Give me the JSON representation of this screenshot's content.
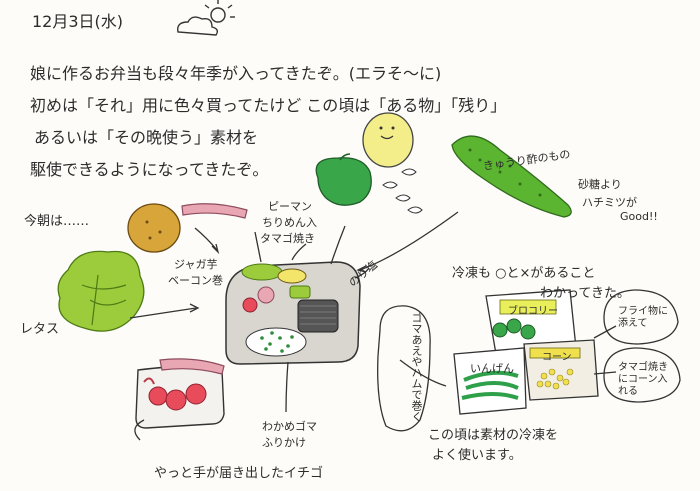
{
  "header": {
    "date": "12月3日(水)",
    "weather_icon": "cloud-sun-icon"
  },
  "intro": {
    "line1": "娘に作るお弁当も段々年季が入ってきたぞ。(エラそ〜に)",
    "line2": "初めは「それ」用に色々買ってたけど この頃は「ある物」「残り」",
    "line3": "あるいは「その晩使う」素材を",
    "line4": "駆使できるようになってきたぞ。"
  },
  "labels": {
    "kesa": "今朝は……",
    "piman": "ピーマン",
    "chirimen": "ちりめん入",
    "tamagoyaki": "タマゴ焼き",
    "nori": "のり塩",
    "jagaimo": "ジャガ芋",
    "bacon": "ベーコン巻",
    "lettuce": "レタス",
    "wakame": "わかめゴマ",
    "furikake": "ふりかけ",
    "goma_ham": "ゴマあえやハムで巻く",
    "ichigo": "やっと手が届き出したイチゴ",
    "kyuri": "きゅうり酢のもの",
    "sato": "砂糖より",
    "hachimitsu": "ハチミツが",
    "good": "Good!!",
    "reito1": "冷凍も ○と×があること",
    "reito2": "わかってきた。",
    "broccoli": "ブロコリー",
    "corn": "コーン",
    "ingen": "いんげん",
    "fry": "フライ物に添えて",
    "tamago_corn": "タマゴ焼きにコーン入れる",
    "footer1": "この頃は素材の冷凍を",
    "footer2": "よく使います。"
  },
  "colors": {
    "lettuce": "#9ccc3c",
    "piman": "#3aa64a",
    "kyuri": "#5cb531",
    "potato": "#d8a53a",
    "lemon": "#f3ee8a",
    "strawberry": "#e84c5a",
    "bacon": "#e9a7b4",
    "broccoli": "#e9ef5a",
    "corn": "#f0e04d",
    "ingen": "#2fa04a",
    "box": "#d9d6d0"
  }
}
